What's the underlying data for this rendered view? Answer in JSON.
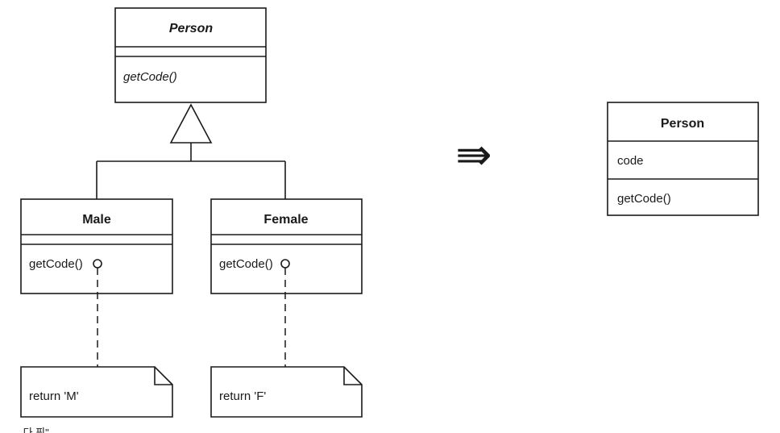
{
  "before": {
    "parent": {
      "name": "Person",
      "operation": "getCode()"
    },
    "subclasses": [
      {
        "name": "Male",
        "operation": "getCode()",
        "note": "return 'M'"
      },
      {
        "name": "Female",
        "operation": "getCode()",
        "note": "return 'F'"
      }
    ]
  },
  "transform_arrow": "⇛",
  "after": {
    "name": "Person",
    "attribute": "code",
    "operation": "getCode()"
  },
  "footer_fragment": "— 다 ᄑᆡ\""
}
